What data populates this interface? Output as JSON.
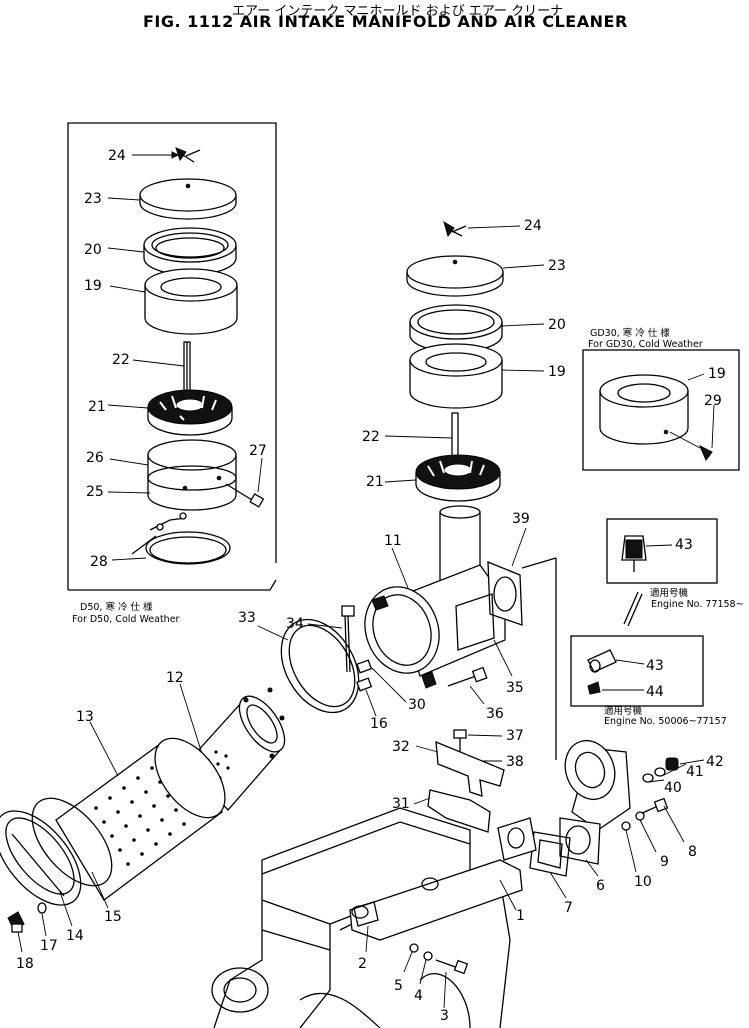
{
  "header": {
    "japanese_title": "エアー インテーク マニホールド および エアー クリーナ",
    "title": "FIG. 1112  AIR INTAKE MANIFOLD AND AIR CLEANER"
  },
  "notes": {
    "d50_jp": "D50, 寒 冷 仕 様",
    "d50_en": "For D50, Cold Weather",
    "gd30_jp": "GD30, 寒 冷 仕 様",
    "gd30_en": "For GD30, Cold Weather",
    "serial_a_jp": "適用号機",
    "serial_a_en": "Engine No. 77158~",
    "serial_b_jp": "適用号機",
    "serial_b_en": "Engine No. 50006~77157"
  },
  "callouts": {
    "d50_box": [
      "24",
      "23",
      "20",
      "19",
      "22",
      "21",
      "27",
      "26",
      "25",
      "28"
    ],
    "main_cleaner_top": [
      "24",
      "23",
      "20",
      "19",
      "22",
      "21"
    ],
    "gd30_box": [
      "19",
      "29"
    ],
    "body": [
      "11",
      "39",
      "33",
      "34",
      "30",
      "16",
      "35",
      "36",
      "37",
      "38",
      "32",
      "31"
    ],
    "indicator": [
      "43",
      "43",
      "44"
    ],
    "elbow": [
      "42",
      "41",
      "40",
      "9",
      "8",
      "10",
      "6",
      "7",
      "1"
    ],
    "element": [
      "12",
      "13",
      "14",
      "15",
      "17",
      "18"
    ],
    "manifold": [
      "2",
      "5",
      "4",
      "3"
    ]
  }
}
